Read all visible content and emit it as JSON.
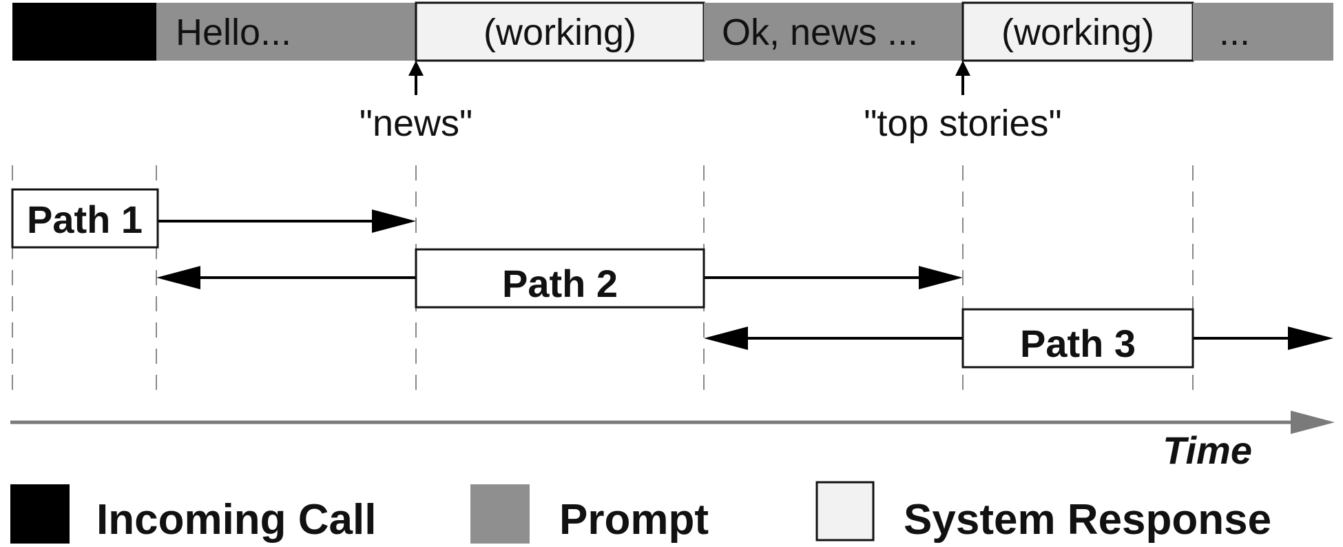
{
  "colors": {
    "incoming_call": "#000000",
    "prompt": "#8f8f8f",
    "system_response": "#f2f2f2",
    "timeline_axis": "#7a7a7a"
  },
  "segments": [
    {
      "type": "incoming_call",
      "text": ""
    },
    {
      "type": "prompt",
      "text": "Hello..."
    },
    {
      "type": "system_response",
      "text": "(working)"
    },
    {
      "type": "prompt",
      "text": "Ok, news ..."
    },
    {
      "type": "system_response",
      "text": "(working)"
    },
    {
      "type": "prompt",
      "text": "..."
    }
  ],
  "events": [
    {
      "text": "\"news\""
    },
    {
      "text": "\"top stories\""
    }
  ],
  "paths": [
    {
      "label": "Path 1"
    },
    {
      "label": "Path 2"
    },
    {
      "label": "Path 3"
    }
  ],
  "axis": {
    "label": "Time"
  },
  "legend": [
    {
      "key": "incoming_call",
      "label": "Incoming Call"
    },
    {
      "key": "prompt",
      "label": "Prompt"
    },
    {
      "key": "system_response",
      "label": "System Response"
    }
  ]
}
